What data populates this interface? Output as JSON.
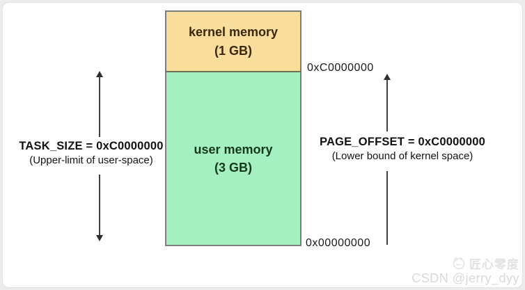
{
  "diagram": {
    "kernel_box": {
      "line1": "kernel memory",
      "line2": "(1 GB)"
    },
    "user_box": {
      "line1": "user memory",
      "line2": "(3 GB)"
    },
    "boundary_address": "0xC0000000",
    "base_address": "0x00000000",
    "left_annotation": {
      "title": "TASK_SIZE = 0xC0000000",
      "subtitle": "(Upper-limit of user-space)"
    },
    "right_annotation": {
      "title": "PAGE_OFFSET = 0xC0000000",
      "subtitle": "(Lower bound of kernel space)"
    }
  },
  "watermark": {
    "brand": "匠心零度",
    "credit": "CSDN @jerry_dyy"
  },
  "colors": {
    "kernel_fill": "#F9DD9D",
    "user_fill": "#A4F0C0",
    "box_border": "#7D7D7D",
    "text_dark": "#1A1A1A",
    "watermark_gray": "#DCDCDC"
  }
}
